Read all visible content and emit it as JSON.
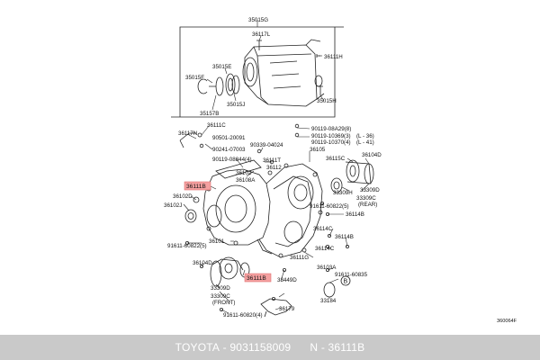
{
  "labels": [
    {
      "text": "35015G"
    },
    {
      "text": "36117L"
    },
    {
      "text": "36111H"
    },
    {
      "text": "35015E"
    },
    {
      "text": "35015F"
    },
    {
      "text": "35015J"
    },
    {
      "text": "35157B"
    },
    {
      "text": "35015H"
    },
    {
      "text": "36111C"
    },
    {
      "text": "36117N"
    },
    {
      "text": "90501-20091"
    },
    {
      "text": "90241-07003"
    },
    {
      "text": "90119-08844(4)"
    },
    {
      "text": "90339-04024"
    },
    {
      "text": "90119-08A29(8)"
    },
    {
      "text": "90119-10369(3)"
    },
    {
      "text": "90119-10370(4)"
    },
    {
      "text": "(L - 36)"
    },
    {
      "text": "(L - 41)"
    },
    {
      "text": "36105"
    },
    {
      "text": "36111T"
    },
    {
      "text": "36112"
    },
    {
      "text": "36102"
    },
    {
      "text": "36108A"
    },
    {
      "text": "36111B",
      "highlight": true
    },
    {
      "text": "36102D"
    },
    {
      "text": "36102J"
    },
    {
      "text": "36115C"
    },
    {
      "text": "36104D"
    },
    {
      "text": "33309H"
    },
    {
      "text": "33309D"
    },
    {
      "text": "33309C"
    },
    {
      "text": "(REAR)"
    },
    {
      "text": "91611-60822(5)"
    },
    {
      "text": "36114B"
    },
    {
      "text": "36114C"
    },
    {
      "text": "36114B"
    },
    {
      "text": "91611-60822(5)"
    },
    {
      "text": "36101"
    },
    {
      "text": "36114C"
    },
    {
      "text": "36111G"
    },
    {
      "text": "36104D"
    },
    {
      "text": "36111B",
      "highlight": true
    },
    {
      "text": "36103A"
    },
    {
      "text": "91611-60835"
    },
    {
      "text": "33449D"
    },
    {
      "text": "33309D"
    },
    {
      "text": "33309C"
    },
    {
      "text": "(FRONT)"
    },
    {
      "text": "33184"
    },
    {
      "text": "36179"
    },
    {
      "text": "91611-60820(4)"
    },
    {
      "text": "360064F"
    }
  ],
  "callouts": [
    {
      "text": "B"
    }
  ],
  "colors": {
    "highlight": "#f4a0a0",
    "footer_bg": "#c9c9c9",
    "footer_text": "#ffffff",
    "line": "#222222"
  },
  "footer": {
    "brand": "TOYOTA",
    "part_number": "9031158009",
    "ref": "N - 36111B"
  }
}
